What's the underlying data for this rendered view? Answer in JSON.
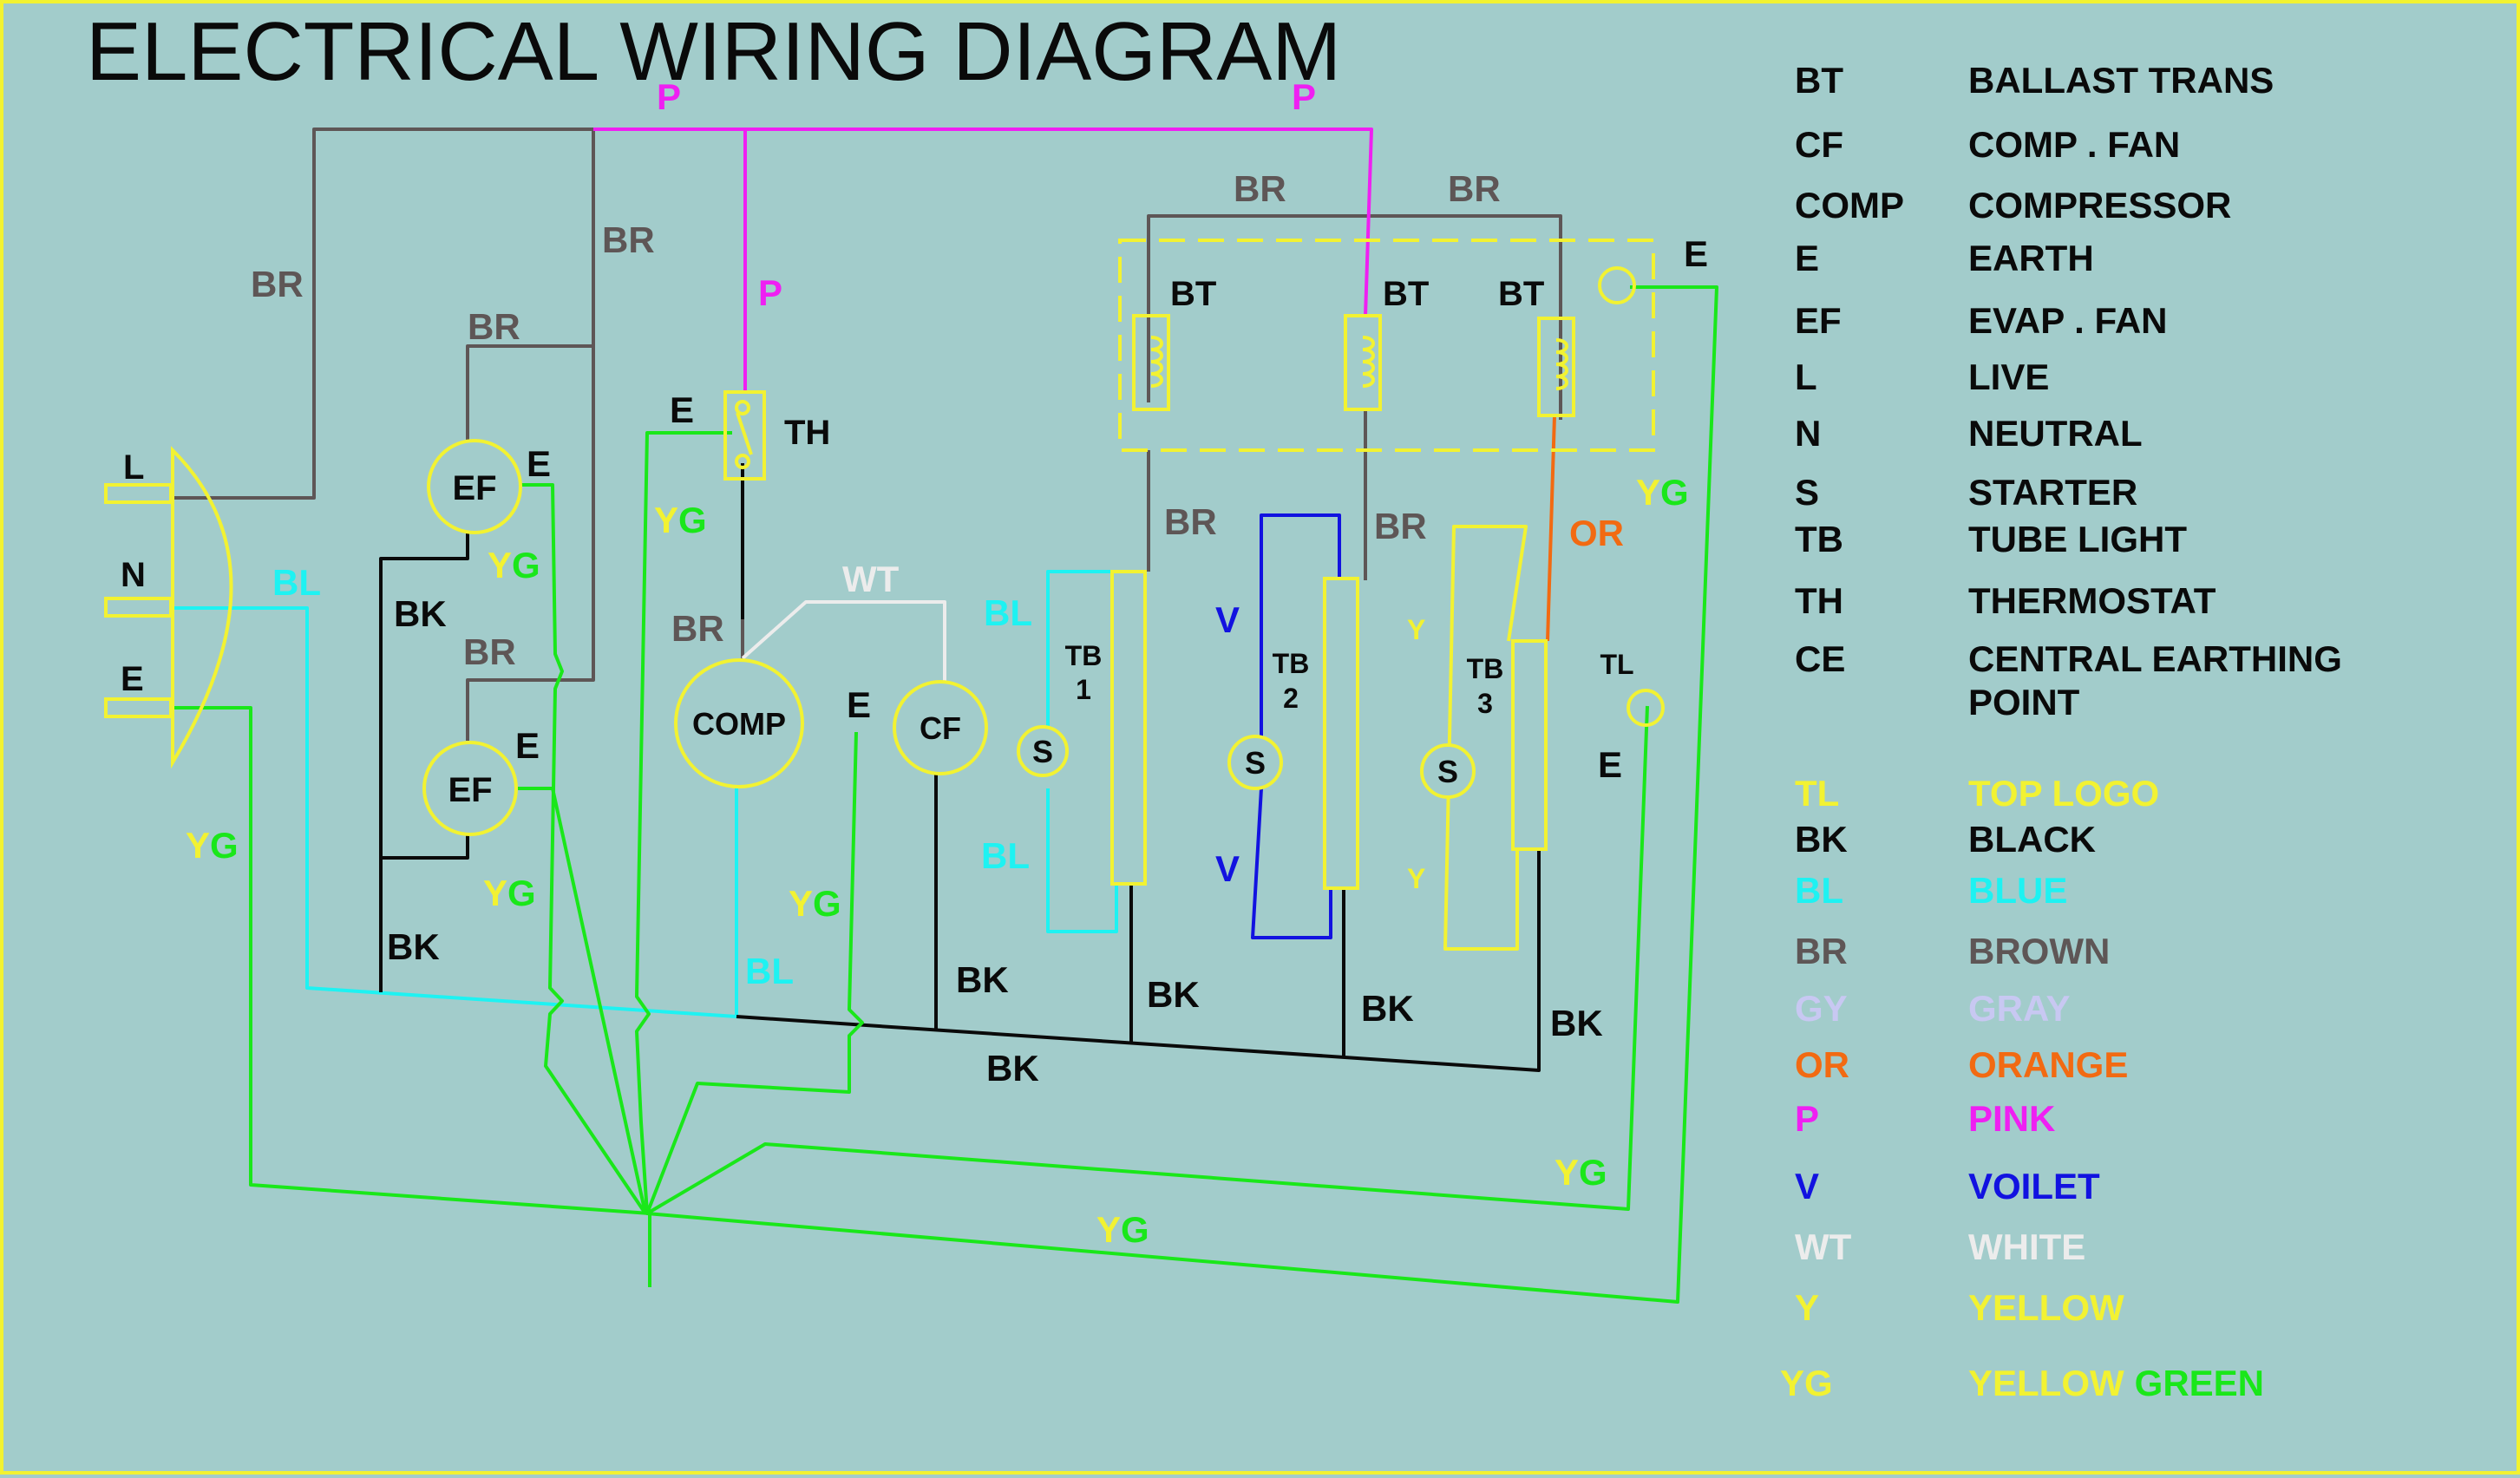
{
  "title": "ELECTRICAL WIRING DIAGRAM",
  "colors": {
    "background": "#a2cccb",
    "border": "#f2f232",
    "brown": "#5e5656",
    "pink": "#ef1ff2",
    "yellow": "#f2f232",
    "green": "#1ae71a",
    "cyan": "#1ef2f2",
    "blue": "#1212e0",
    "orange": "#f26a12",
    "black": "#0a0a0a",
    "white": "#ececec",
    "gray": "#c8c8f2"
  },
  "plug": {
    "pins": [
      "L",
      "N",
      "E"
    ]
  },
  "components": {
    "ef1": "EF",
    "ef2": "EF",
    "comp": "COMP",
    "cf": "CF",
    "th": "TH",
    "bt1": "BT",
    "bt2": "BT",
    "bt3": "BT",
    "tb1_a": "TB",
    "tb1_b": "1",
    "tb2_a": "TB",
    "tb2_b": "2",
    "tb3_a": "TB",
    "tb3_b": "3",
    "s1": "S",
    "s2": "S",
    "s3": "S",
    "tl": "TL"
  },
  "wire_labels": {
    "p_top1": "P",
    "p_top2": "P",
    "p_th": "P",
    "br_left": "BR",
    "br_mid": "BR",
    "br_ef1": "BR",
    "br_ef2": "BR",
    "br_comp": "BR",
    "br_bt1": "BR",
    "br_bt2": "BR",
    "br_tb1": "BR",
    "br_tb2": "BR",
    "e_top": "E",
    "e_th": "E",
    "e_ef1": "E",
    "e_ef2": "E",
    "e_comp": "E",
    "e_tl": "E",
    "bl_plug": "BL",
    "bl_tb1a": "BL",
    "bl_tb1b": "BL",
    "bl_comp": "BL",
    "yg_plug": "YG",
    "yg_ef1": "YG",
    "yg_ef2": "YG",
    "yg_th": "YG",
    "yg_cf": "YG",
    "yg_right": "YG",
    "yg_bot1": "YG",
    "yg_bot2": "YG",
    "bk_ef": "BK",
    "bk_low": "BK",
    "bk_cf": "BK",
    "bk_tb1": "BK",
    "bk_tb2": "BK",
    "bk_tb3": "BK",
    "bk_bottom": "BK",
    "wt": "WT",
    "v1": "V",
    "v2": "V",
    "or": "OR",
    "y1": "Y",
    "y2": "Y"
  },
  "legend": [
    {
      "code": "BT",
      "desc": "BALLAST TRANS"
    },
    {
      "code": "CF",
      "desc": "COMP . FAN"
    },
    {
      "code": "COMP",
      "desc": "COMPRESSOR"
    },
    {
      "code": "E",
      "desc": "EARTH"
    },
    {
      "code": "EF",
      "desc": "EVAP . FAN"
    },
    {
      "code": "L",
      "desc": "LIVE"
    },
    {
      "code": "N",
      "desc": "NEUTRAL"
    },
    {
      "code": "S",
      "desc": "STARTER"
    },
    {
      "code": "TB",
      "desc": "TUBE LIGHT"
    },
    {
      "code": "TH",
      "desc": "THERMOSTAT"
    },
    {
      "code": "CE",
      "desc": "CENTRAL EARTHING",
      "desc2": "POINT"
    }
  ],
  "color_legend": [
    {
      "code": "TL",
      "desc": "TOP LOGO",
      "color": "#f2f232"
    },
    {
      "code": "BK",
      "desc": "BLACK",
      "color": "#0a0a0a"
    },
    {
      "code": "BL",
      "desc": "BLUE",
      "color": "#1ef2f2"
    },
    {
      "code": "BR",
      "desc": "BROWN",
      "color": "#5e5656"
    },
    {
      "code": "GY",
      "desc": "GRAY",
      "color": "#c8c8f2"
    },
    {
      "code": "OR",
      "desc": "ORANGE",
      "color": "#f26a12"
    },
    {
      "code": "P",
      "desc": "PINK",
      "color": "#ef1ff2"
    },
    {
      "code": "V",
      "desc": "VOILET",
      "color": "#1212e0"
    },
    {
      "code": "WT",
      "desc": "WHITE",
      "color": "#ececec"
    },
    {
      "code": "Y",
      "desc": "YELLOW",
      "color": "#f2f232"
    }
  ],
  "yg_legend": {
    "code": "YG",
    "desc_y": "YELLOW",
    "desc_g": "GREEN"
  }
}
